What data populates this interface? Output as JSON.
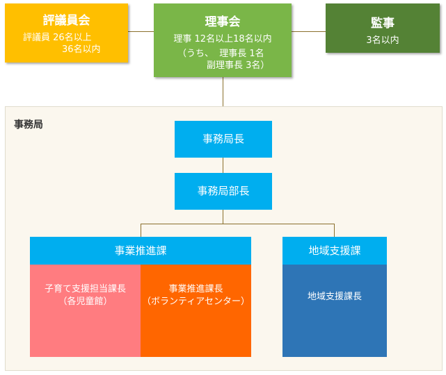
{
  "top": {
    "council": {
      "title": "評議員会",
      "lines": [
        "評議員 26名以上",
        "36名以内"
      ]
    },
    "board": {
      "title": "理事会",
      "lines": [
        "理事 12名以上18名以内",
        "（うち、  理事長 1名",
        "副理事長 3名）"
      ]
    },
    "auditor": {
      "title": "監事",
      "lines": [
        "3名以内"
      ]
    }
  },
  "office": {
    "label": "事務局",
    "chief": "事務局長",
    "deputy": "事務局部長",
    "promotion": {
      "head": "事業推進課",
      "child_lines": [
        "子育て支援担当課長",
        "（各児童館）"
      ],
      "promo_lines": [
        "事業推進課長",
        "（ボランティアセンター）"
      ]
    },
    "region": {
      "head": "地域支援課",
      "lines": [
        "地域支援課長"
      ]
    }
  },
  "colors": {
    "council": "#ffbf00",
    "board": "#7ab648",
    "auditor": "#548235",
    "cyan": "#00aeef",
    "child": "#ff7c80",
    "promo": "#ff6600",
    "region": "#2e75b6",
    "connector": "#8a6f2c"
  }
}
